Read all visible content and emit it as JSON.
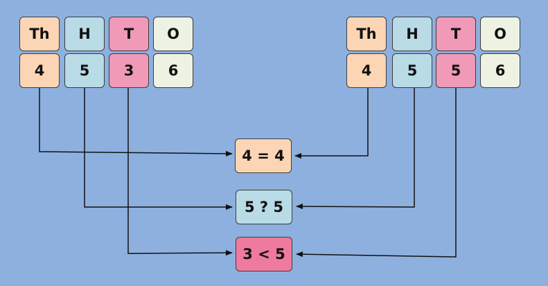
{
  "left_table": {
    "headers": [
      "Th",
      "H",
      "T",
      "O"
    ],
    "digits": [
      "4",
      "5",
      "3",
      "6"
    ]
  },
  "right_table": {
    "headers": [
      "Th",
      "H",
      "T",
      "O"
    ],
    "digits": [
      "4",
      "5",
      "5",
      "6"
    ]
  },
  "comparisons": [
    {
      "text": "4 = 4"
    },
    {
      "text": "5 ? 5"
    },
    {
      "text": "3 < 5"
    }
  ],
  "colors": {
    "background": "#8db0df",
    "thousands": "#fcd5b5",
    "hundreds": "#b8dbe6",
    "tens": "#f09ab8",
    "ones": "#eef2e3",
    "tens_result": "#ef7a9f",
    "line": "#111111"
  }
}
